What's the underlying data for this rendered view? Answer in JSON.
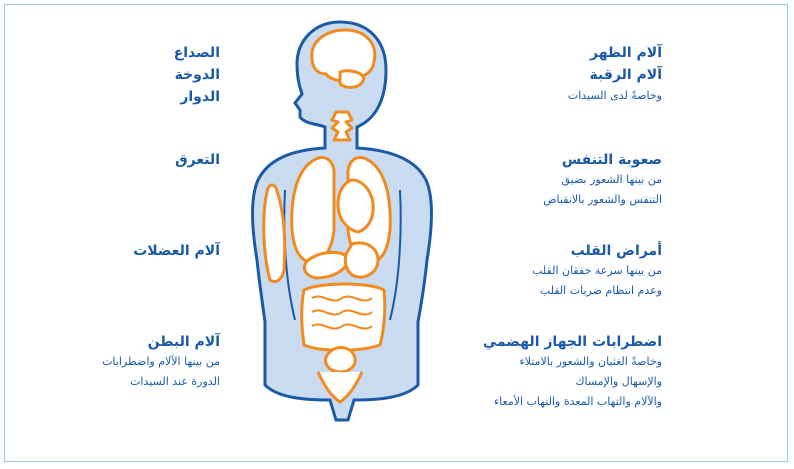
{
  "left": {
    "head_symptoms": [
      "الصداع",
      "الدوخة",
      "الدوار"
    ],
    "sweating": "التعرق",
    "muscle": "آلام العضلات",
    "abdomen": {
      "title": "آلام البطن",
      "lines": [
        "من بينها الآلام واضطرابات",
        "الدورة عند السيدات"
      ]
    }
  },
  "right": {
    "back": {
      "titles": [
        "آلام الظهر",
        "آلام الرقبة"
      ],
      "line": "وخاصةً لدى السيدات"
    },
    "breathing": {
      "title": "صعوبة التنفس",
      "lines": [
        "من بينها الشعور بضيق",
        "التنفس والشعور بالانقباض"
      ]
    },
    "heart": {
      "title": "أمراض القلب",
      "lines": [
        "من بينها سرعة خفقان القلب",
        "وعدم انتظام ضربات القلب"
      ]
    },
    "digestive": {
      "title": "اضطرابات الجهاز الهضمي",
      "lines": [
        "وخاصةً الغثيان والشعور بالامتلاء",
        "والإسهال والإمساك",
        "والآلام والتهاب المعدة والتهاب الأمعاء"
      ]
    }
  },
  "colors": {
    "text": "#1a5aa8",
    "body_fill": "#c9dcf2",
    "body_outline": "#1b5aa5",
    "organs": "#f28a1e"
  }
}
